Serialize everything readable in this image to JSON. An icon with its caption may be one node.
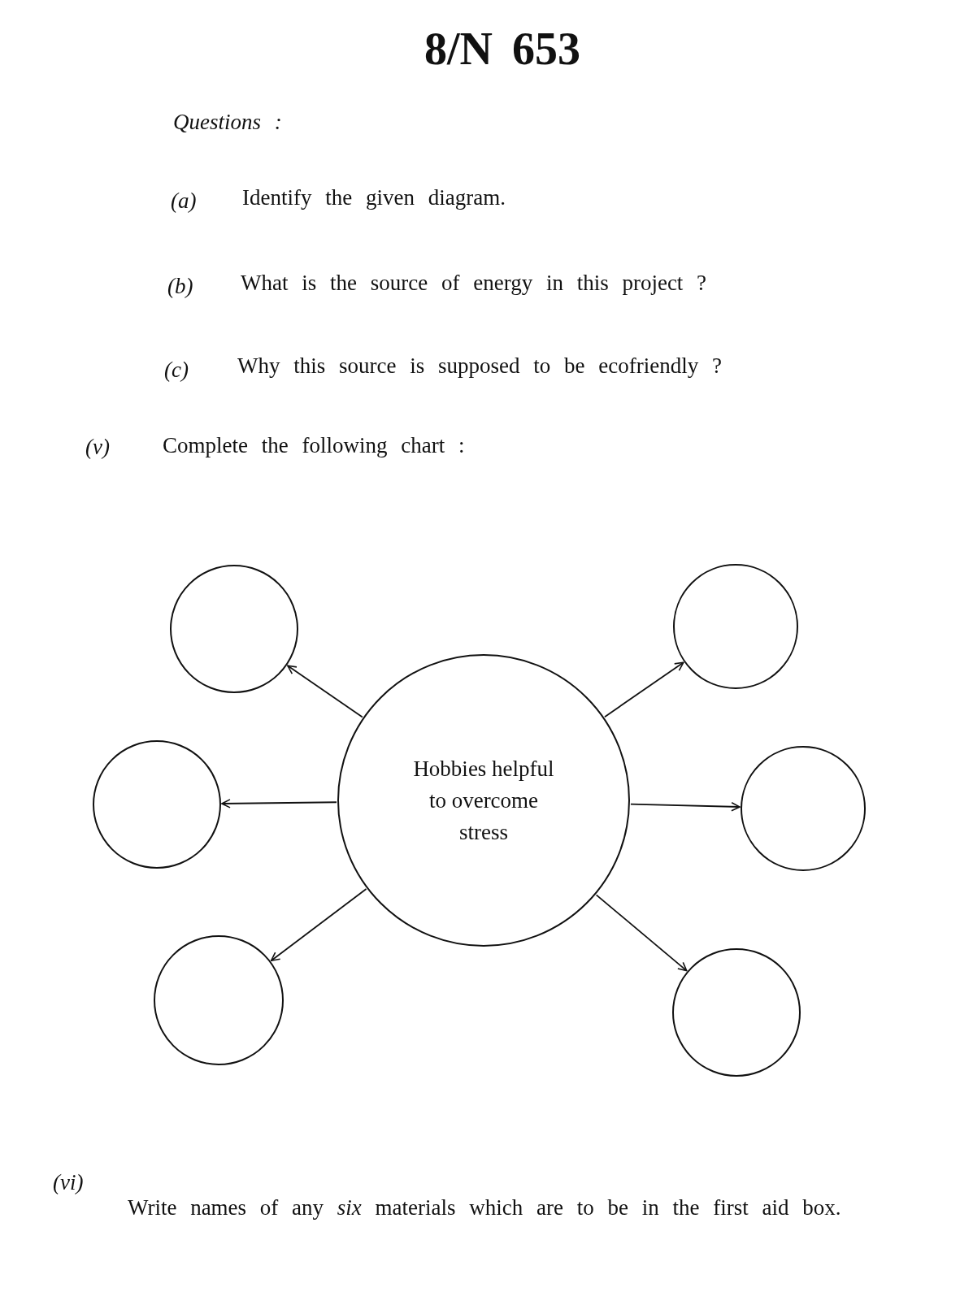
{
  "diagram": {
    "title": "8/N 653",
    "nodes": [
      {
        "text": [
          "Hobbies helpful to overcome stress"
        ]
      },
      {
        "text": [],
        "shape": "circle"
      },
      {
        "text": [],
        "shape": "circle"
      },
      {
        "text": [],
        "shape": "circle"
      },
      {
        "text": [],
        "shape": "circle"
      },
      {
        "text": [],
        "shape": "circle"
      },
      {
        "text": [],
        "shape": "circle"
      }
    ],
    "edges": [
      {
        "from": 0,
        "to": 1,
        "arrow": "to"
      },
      {
        "from": 0,
        "to": 2,
        "arrow": "to"
      },
      {
        "from": 0,
        "to": 3,
        "arrow": "to"
      },
      {
        "from": 0,
        "to": 4,
        "arrow": "to"
      },
      {
        "from": 0,
        "to": 5,
        "arrow": "to"
      },
      {
        "from": 0,
        "to": 6,
        "arrow": "to"
      }
    ],
    "labels": [
      "Questions :",
      "(a)",
      "Identify the given diagram.",
      "(b)",
      "What is the source of energy in this project ?",
      "(c)",
      "Why this source is supposed to be ecofriendly ?",
      "(v)",
      "Complete the following chart :",
      "(vi)",
      "Write names of any *six* materials which are to be in the first aid box."
    ]
  }
}
